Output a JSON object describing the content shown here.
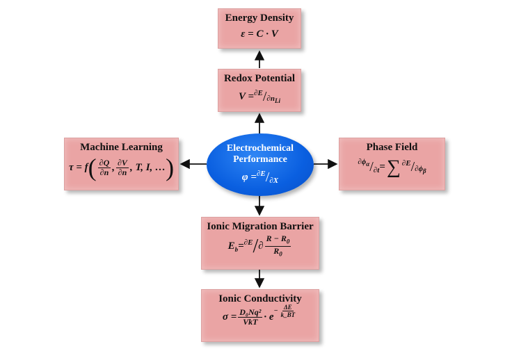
{
  "center": {
    "title_line1": "Electrochemical",
    "title_line2": "Performance",
    "eq_lhs": "φ = ",
    "eq_num": "∂E",
    "eq_den": "∂X"
  },
  "energy_density": {
    "title": "Energy Density",
    "equation": "ε = C · V"
  },
  "redox_potential": {
    "title": "Redox Potential",
    "eq_lhs": "V = ",
    "eq_num": "∂E",
    "eq_den": "∂n",
    "eq_sub": "Li"
  },
  "machine_learning": {
    "title": "Machine Learning",
    "eq_lhs": "τ = f",
    "frac1_num": "∂Q",
    "frac1_den": "∂n",
    "frac2_num": "∂V",
    "frac2_den": "∂n",
    "eq_tail": ", T, I, …"
  },
  "phase_field": {
    "title": "Phase Field",
    "lhs_num": "∂ϕ",
    "lhs_num_sub": "α",
    "lhs_den": "∂t",
    "eq": " = ",
    "rhs_num": "∂E",
    "rhs_den": "∂ϕ",
    "rhs_den_sub": "β"
  },
  "ionic_migration": {
    "title": "Ionic Migration Barrier",
    "eq_lhs": "E",
    "eq_lhs_sub": "b",
    "eq_eq": " = ",
    "eq_num": "∂E",
    "eq_den_prefix": "∂",
    "inner_num": "R − R",
    "inner_num_sub": "0",
    "inner_den": "R",
    "inner_den_sub": "0"
  },
  "ionic_conductivity": {
    "title": "Ionic Conductivity",
    "eq_lhs": "σ = ",
    "num": "D₀Nq²",
    "den": "VkT",
    "mid": " · e",
    "exp_sign": "−",
    "exp_num": "ΔE",
    "exp_den": "k_BT"
  },
  "colors": {
    "box_fill": "#eaa4a4",
    "center_fill": "#0a5fe0",
    "arrow": "#111111"
  }
}
